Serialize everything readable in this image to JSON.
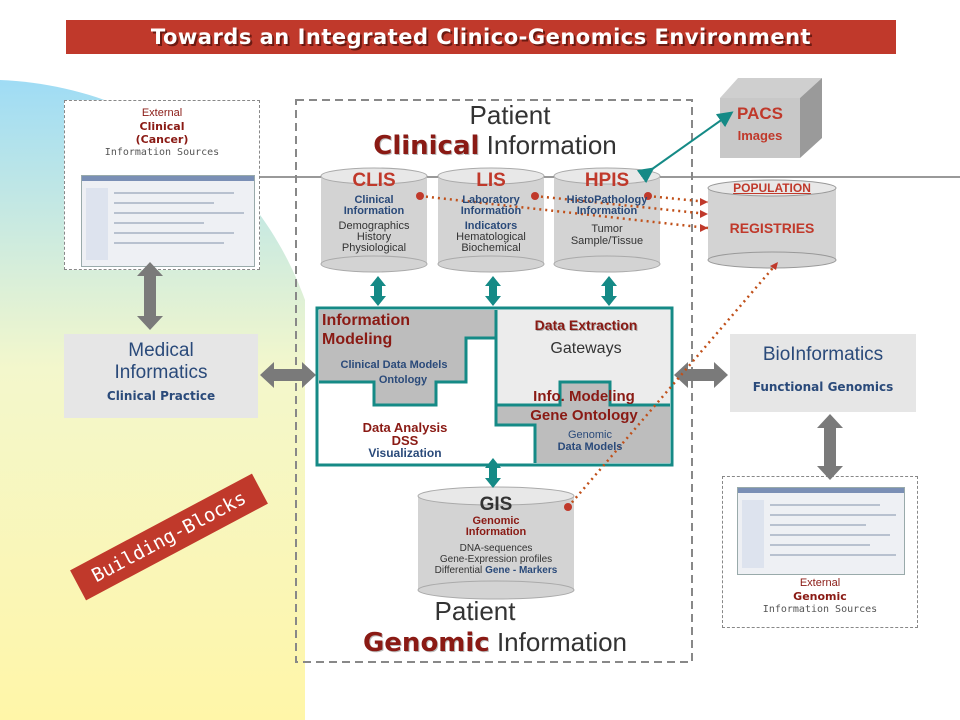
{
  "title": "Towards an Integrated Clinico-Genomics Environment",
  "clinical_header": {
    "patient": "Patient",
    "clinical": "Clinical",
    "information": "Information"
  },
  "genomic_header": {
    "patient": "Patient",
    "genomic": "Genomic",
    "information": "Information"
  },
  "ext_clinical": {
    "line1": "External",
    "line2": "Clinical",
    "line3": "(Cancer)",
    "line4": "Information Sources"
  },
  "ext_genomic": {
    "line1": "External",
    "line2": "Genomic",
    "line3": "Information Sources"
  },
  "medical_informatics": {
    "title_line1": "Medical",
    "title_line2": "Informatics",
    "subtitle": "Clinical Practice"
  },
  "bioinformatics": {
    "title": "BioInformatics",
    "subtitle": "Functional Genomics"
  },
  "pacs": {
    "title": "PACS",
    "subtitle": "Images"
  },
  "registries": {
    "top": "POPULATION",
    "label": "REGISTRIES"
  },
  "clis": {
    "title": "CLIS",
    "sub1": "Clinical",
    "sub2": "Information",
    "items": [
      "Demographics",
      "History",
      "Physiological"
    ]
  },
  "lis": {
    "title": "LIS",
    "sub1": "Laboratory",
    "sub2": "Information",
    "items": [
      "Indicators",
      "Hematological",
      "Biochemical"
    ]
  },
  "hpis": {
    "title": "HPIS",
    "sub1": "HistoPathology",
    "sub2": "Information",
    "items": [
      "Tumor",
      "Sample/Tissue"
    ]
  },
  "gis": {
    "title": "GIS",
    "sub1": "Genomic",
    "sub2": "Information",
    "items": [
      "DNA-sequences",
      "Gene-Expression profiles"
    ],
    "last_prefix": "Differential",
    "last_bold": "Gene - Markers"
  },
  "center": {
    "info_modeling_line1": "Information",
    "info_modeling_line2": "Modeling",
    "clinical_data_models": "Clinical Data Models",
    "ontology": "Ontology",
    "data_extraction": "Data Extraction",
    "gateways": "Gateways",
    "info_modeling2": "Info. Modeling",
    "gene_ontology": "Gene Ontology",
    "genomic": "Genomic",
    "data_models": "Data Models",
    "data_analysis": "Data Analysis",
    "dss": "DSS",
    "visualization": "Visualization"
  },
  "building_blocks": "Building-Blocks",
  "colors": {
    "title_red": "#c0392b",
    "teal": "#158a86",
    "cylinder": "#d3d3d3",
    "dotted": "#c0501a",
    "gradient_yellow": "#fff7b0",
    "gradient_blue": "#aee0f5"
  }
}
